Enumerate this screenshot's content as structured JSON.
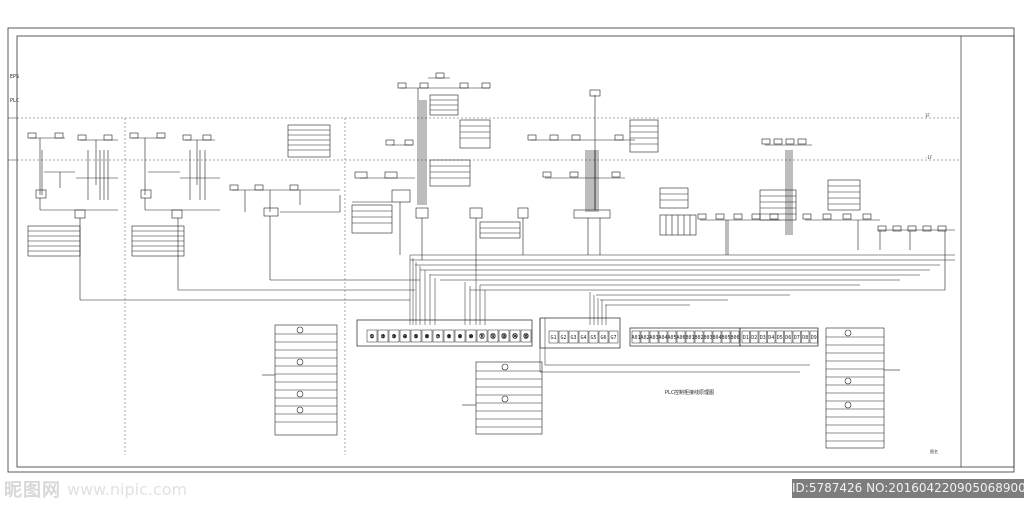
{
  "drawing": {
    "side_label_top": "EPS",
    "side_label_mid": "PLC",
    "right_tag_top": "1F",
    "right_tag_mid": "-1F",
    "corner_tag": "图名",
    "terminal_groups": {
      "left": [
        "①",
        "②",
        "③",
        "④",
        "⑤",
        "⑥",
        "⑦",
        "⑧",
        "⑨",
        "⑩",
        "⑪",
        "⑫",
        "⑬",
        "⑭",
        "⑮"
      ],
      "mid": [
        "G1",
        "G2",
        "G3",
        "G4",
        "G5",
        "G6",
        "G7"
      ],
      "ab": [
        "A01",
        "A02",
        "A03",
        "A04",
        "A05",
        "A06",
        "B01",
        "B02",
        "B03",
        "B04",
        "B05",
        "B06"
      ],
      "d": [
        "D1",
        "D2",
        "D3",
        "D4",
        "D5",
        "D6",
        "D7",
        "D8",
        "D9"
      ]
    },
    "center_note": "PLC控制柜接线原理图"
  },
  "watermark": {
    "logo": "昵图网",
    "url": "www.nipic.com",
    "id_text": "ID:5787426 NO:20160422090506890000"
  }
}
